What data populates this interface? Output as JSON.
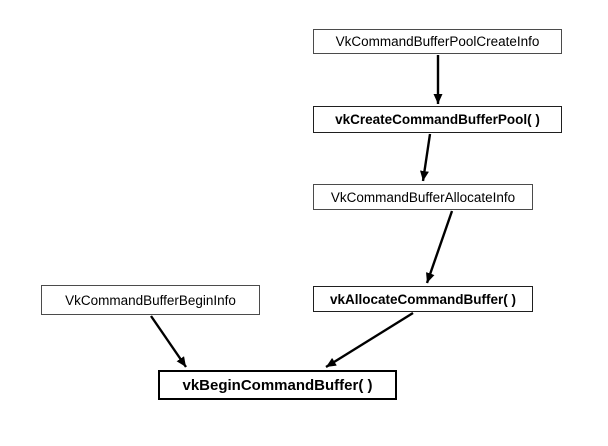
{
  "diagram": {
    "background_color": "#ffffff",
    "text_color": "#000000",
    "arrow_color": "#000000",
    "box_border_color": "#4b4b4b",
    "emphasis_border_color": "#000000",
    "nodes": [
      {
        "id": "pool-create-info",
        "label": "VkCommandBufferPoolCreateInfo",
        "kind": "struct"
      },
      {
        "id": "create-pool",
        "label": "vkCreateCommandBufferPool( )",
        "kind": "function"
      },
      {
        "id": "allocate-info",
        "label": "VkCommandBufferAllocateInfo",
        "kind": "struct"
      },
      {
        "id": "allocate-buffer",
        "label": "vkAllocateCommandBuffer( )",
        "kind": "function"
      },
      {
        "id": "begin-info",
        "label": "VkCommandBufferBeginInfo",
        "kind": "struct"
      },
      {
        "id": "begin-buffer",
        "label": "vkBeginCommandBuffer( )",
        "kind": "function-emphasis"
      }
    ],
    "edges": [
      {
        "from": "VkCommandBufferPoolCreateInfo",
        "to": "vkCreateCommandBufferPool( )"
      },
      {
        "from": "vkCreateCommandBufferPool( )",
        "to": "VkCommandBufferAllocateInfo"
      },
      {
        "from": "VkCommandBufferAllocateInfo",
        "to": "vkAllocateCommandBuffer( )"
      },
      {
        "from": "VkCommandBufferBeginInfo",
        "to": "vkBeginCommandBuffer( )"
      },
      {
        "from": "vkAllocateCommandBuffer( )",
        "to": "vkBeginCommandBuffer( )"
      }
    ]
  }
}
